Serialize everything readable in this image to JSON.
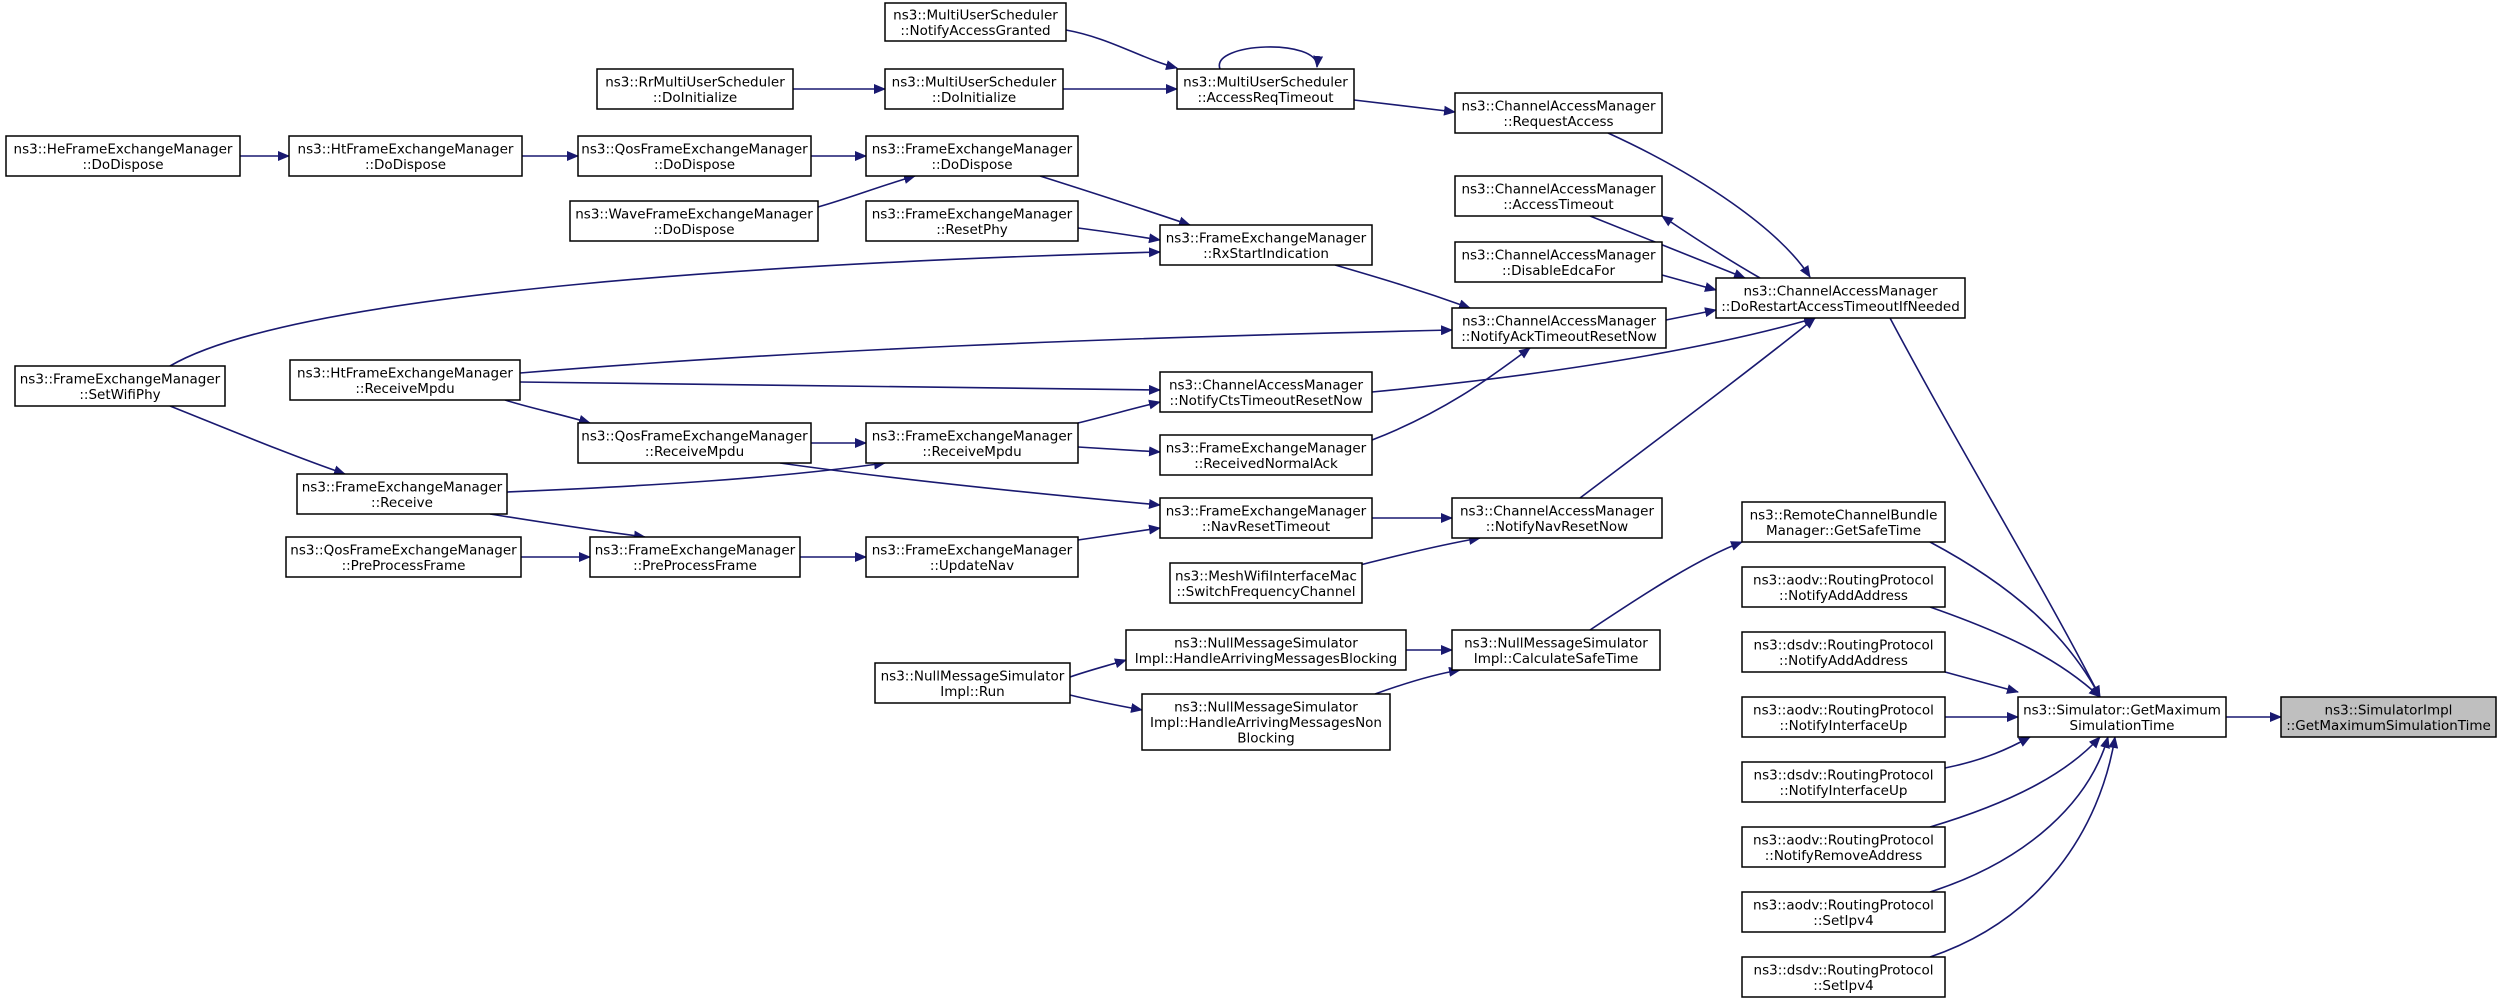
{
  "graph": {
    "title": "",
    "nodes": [
      {
        "id": "n1",
        "lines": [
          "ns3::MultiUserScheduler",
          "::NotifyAccessGranted"
        ]
      },
      {
        "id": "n2",
        "lines": [
          "ns3::RrMultiUserScheduler",
          "::DoInitialize"
        ]
      },
      {
        "id": "n3",
        "lines": [
          "ns3::MultiUserScheduler",
          "::DoInitialize"
        ]
      },
      {
        "id": "n4",
        "lines": [
          "ns3::MultiUserScheduler",
          "::AccessReqTimeout"
        ]
      },
      {
        "id": "n5",
        "lines": [
          "ns3::ChannelAccessManager",
          "::RequestAccess"
        ]
      },
      {
        "id": "n6",
        "lines": [
          "ns3::HeFrameExchangeManager",
          "::DoDispose"
        ]
      },
      {
        "id": "n7",
        "lines": [
          "ns3::HtFrameExchangeManager",
          "::DoDispose"
        ]
      },
      {
        "id": "n8",
        "lines": [
          "ns3::QosFrameExchangeManager",
          "::DoDispose"
        ]
      },
      {
        "id": "n9",
        "lines": [
          "ns3::FrameExchangeManager",
          "::DoDispose"
        ]
      },
      {
        "id": "n10",
        "lines": [
          "ns3::WaveFrameExchangeManager",
          "::DoDispose"
        ]
      },
      {
        "id": "n11",
        "lines": [
          "ns3::FrameExchangeManager",
          "::ResetPhy"
        ]
      },
      {
        "id": "n12",
        "lines": [
          "ns3::FrameExchangeManager",
          "::RxStartIndication"
        ]
      },
      {
        "id": "n13",
        "lines": [
          "ns3::ChannelAccessManager",
          "::AccessTimeout"
        ]
      },
      {
        "id": "n14",
        "lines": [
          "ns3::ChannelAccessManager",
          "::DisableEdcaFor"
        ]
      },
      {
        "id": "n15",
        "lines": [
          "ns3::ChannelAccessManager",
          "::DoRestartAccessTimeoutIfNeeded"
        ]
      },
      {
        "id": "n16",
        "lines": [
          "ns3::ChannelAccessManager",
          "::NotifyAckTimeoutResetNow"
        ]
      },
      {
        "id": "n17",
        "lines": [
          "ns3::FrameExchangeManager",
          "::SetWifiPhy"
        ]
      },
      {
        "id": "n18",
        "lines": [
          "ns3::HtFrameExchangeManager",
          "::ReceiveMpdu"
        ]
      },
      {
        "id": "n19",
        "lines": [
          "ns3::ChannelAccessManager",
          "::NotifyCtsTimeoutResetNow"
        ]
      },
      {
        "id": "n20",
        "lines": [
          "ns3::QosFrameExchangeManager",
          "::ReceiveMpdu"
        ]
      },
      {
        "id": "n21",
        "lines": [
          "ns3::FrameExchangeManager",
          "::ReceiveMpdu"
        ]
      },
      {
        "id": "n22",
        "lines": [
          "ns3::FrameExchangeManager",
          "::ReceivedNormalAck"
        ]
      },
      {
        "id": "n23",
        "lines": [
          "ns3::FrameExchangeManager",
          "::Receive"
        ]
      },
      {
        "id": "n24",
        "lines": [
          "ns3::FrameExchangeManager",
          "::NavResetTimeout"
        ]
      },
      {
        "id": "n25",
        "lines": [
          "ns3::ChannelAccessManager",
          "::NotifyNavResetNow"
        ]
      },
      {
        "id": "n26",
        "lines": [
          "ns3::RemoteChannelBundle",
          "Manager::GetSafeTime"
        ]
      },
      {
        "id": "n27",
        "lines": [
          "ns3::QosFrameExchangeManager",
          "::PreProcessFrame"
        ]
      },
      {
        "id": "n28",
        "lines": [
          "ns3::FrameExchangeManager",
          "::PreProcessFrame"
        ]
      },
      {
        "id": "n29",
        "lines": [
          "ns3::FrameExchangeManager",
          "::UpdateNav"
        ]
      },
      {
        "id": "n30",
        "lines": [
          "ns3::MeshWifiInterfaceMac",
          "::SwitchFrequencyChannel"
        ]
      },
      {
        "id": "n31",
        "lines": [
          "ns3::aodv::RoutingProtocol",
          "::NotifyAddAddress"
        ]
      },
      {
        "id": "n32",
        "lines": [
          "ns3::NullMessageSimulator",
          "Impl::HandleArrivingMessagesBlocking"
        ]
      },
      {
        "id": "n33",
        "lines": [
          "ns3::NullMessageSimulator",
          "Impl::CalculateSafeTime"
        ]
      },
      {
        "id": "n34",
        "lines": [
          "ns3::dsdv::RoutingProtocol",
          "::NotifyAddAddress"
        ]
      },
      {
        "id": "n35",
        "lines": [
          "ns3::NullMessageSimulator",
          "Impl::Run"
        ]
      },
      {
        "id": "n36",
        "lines": [
          "ns3::NullMessageSimulator",
          "Impl::HandleArrivingMessagesNon",
          "Blocking"
        ]
      },
      {
        "id": "n37",
        "lines": [
          "ns3::aodv::RoutingProtocol",
          "::NotifyInterfaceUp"
        ]
      },
      {
        "id": "n38",
        "lines": [
          "ns3::Simulator::GetMaximum",
          "SimulationTime"
        ]
      },
      {
        "id": "n39",
        "lines": [
          "ns3::SimulatorImpl",
          "::GetMaximumSimulationTime"
        ]
      },
      {
        "id": "n40",
        "lines": [
          "ns3::dsdv::RoutingProtocol",
          "::NotifyInterfaceUp"
        ]
      },
      {
        "id": "n41",
        "lines": [
          "ns3::aodv::RoutingProtocol",
          "::NotifyRemoveAddress"
        ]
      },
      {
        "id": "n42",
        "lines": [
          "ns3::aodv::RoutingProtocol",
          "::SetIpv4"
        ]
      },
      {
        "id": "n43",
        "lines": [
          "ns3::dsdv::RoutingProtocol",
          "::SetIpv4"
        ]
      }
    ],
    "edges": [
      [
        "n1",
        "n4"
      ],
      [
        "n3",
        "n4"
      ],
      [
        "n2",
        "n3"
      ],
      [
        "n4",
        "n4"
      ],
      [
        "n4",
        "n5"
      ],
      [
        "n5",
        "n15"
      ],
      [
        "n6",
        "n7"
      ],
      [
        "n7",
        "n8"
      ],
      [
        "n8",
        "n9"
      ],
      [
        "n10",
        "n9"
      ],
      [
        "n9",
        "n12"
      ],
      [
        "n11",
        "n12"
      ],
      [
        "n17",
        "n12"
      ],
      [
        "n12",
        "n16"
      ],
      [
        "n15",
        "n13"
      ],
      [
        "n13",
        "n15"
      ],
      [
        "n14",
        "n15"
      ],
      [
        "n16",
        "n15"
      ],
      [
        "n18",
        "n16"
      ],
      [
        "n18",
        "n19"
      ],
      [
        "n19",
        "n15"
      ],
      [
        "n18",
        "n20"
      ],
      [
        "n20",
        "n21"
      ],
      [
        "n23",
        "n21"
      ],
      [
        "n21",
        "n19"
      ],
      [
        "n21",
        "n22"
      ],
      [
        "n22",
        "n16"
      ],
      [
        "n17",
        "n23"
      ],
      [
        "n20",
        "n24"
      ],
      [
        "n23",
        "n28"
      ],
      [
        "n27",
        "n28"
      ],
      [
        "n28",
        "n29"
      ],
      [
        "n29",
        "n24"
      ],
      [
        "n24",
        "n25"
      ],
      [
        "n30",
        "n25"
      ],
      [
        "n25",
        "n15"
      ],
      [
        "n15",
        "n38"
      ],
      [
        "n26",
        "n38"
      ],
      [
        "n31",
        "n38"
      ],
      [
        "n34",
        "n38"
      ],
      [
        "n37",
        "n38"
      ],
      [
        "n40",
        "n38"
      ],
      [
        "n41",
        "n38"
      ],
      [
        "n42",
        "n38"
      ],
      [
        "n43",
        "n38"
      ],
      [
        "n38",
        "n39"
      ],
      [
        "n33",
        "n26"
      ],
      [
        "n32",
        "n33"
      ],
      [
        "n36",
        "n33"
      ],
      [
        "n35",
        "n32"
      ],
      [
        "n35",
        "n36"
      ]
    ],
    "root": "n39",
    "colors": {
      "edge": "#191970",
      "root_fill": "#bfbfbf",
      "node_fill": "#ffffff",
      "border": "#000000"
    }
  }
}
